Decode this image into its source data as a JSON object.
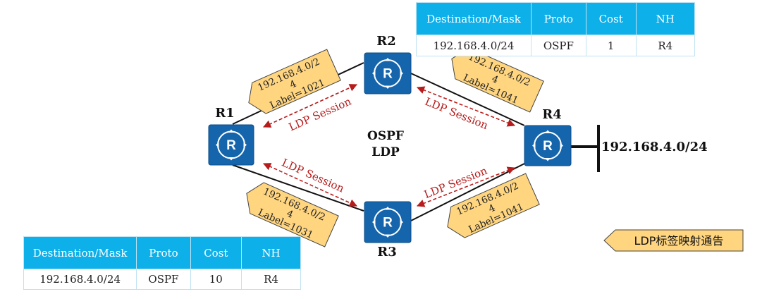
{
  "routers": {
    "r1": {
      "label": "R1"
    },
    "r2": {
      "label": "R2"
    },
    "r3": {
      "label": "R3"
    },
    "r4": {
      "label": "R4"
    }
  },
  "center_label": {
    "line1": "OSPF",
    "line2": "LDP"
  },
  "network_label": "192.168.4.0/24",
  "sessions": {
    "r1_r2": "LDP Session",
    "r2_r4": "LDP Session",
    "r1_r3": "LDP Session",
    "r3_r4": "LDP Session"
  },
  "label_tags": {
    "r2_to_r1": {
      "line1": "192.168.4.0/2",
      "line2": "4",
      "line3": "Label=1021"
    },
    "r4_to_r2": {
      "line1": "192.168.4.0/2",
      "line2": "4",
      "line3": "Label=1041"
    },
    "r3_to_r1": {
      "line1": "192.168.4.0/2",
      "line2": "4",
      "line3": "Label=1031"
    },
    "r4_to_r3": {
      "line1": "192.168.4.0/2",
      "line2": "4",
      "line3": "Label=1041"
    }
  },
  "legend": {
    "label": "LDP标签映射通告"
  },
  "tables": {
    "top": {
      "headers": {
        "dest": "Destination/Mask",
        "proto": "Proto",
        "cost": "Cost",
        "nh": "NH"
      },
      "row": {
        "dest": "192.168.4.0/24",
        "proto": "OSPF",
        "cost": "1",
        "nh": "R4"
      }
    },
    "bottom": {
      "headers": {
        "dest": "Destination/Mask",
        "proto": "Proto",
        "cost": "Cost",
        "nh": "NH"
      },
      "row": {
        "dest": "192.168.4.0/24",
        "proto": "OSPF",
        "cost": "10",
        "nh": "R4"
      }
    }
  },
  "colors": {
    "router_fill": "#1565ad",
    "router_stroke": "#0d4c86",
    "session_arrow": "#b71c1c",
    "tag_fill": "#ffd580",
    "tag_stroke": "#444444",
    "table_header": "#0eb0ea",
    "link": "#111111"
  }
}
